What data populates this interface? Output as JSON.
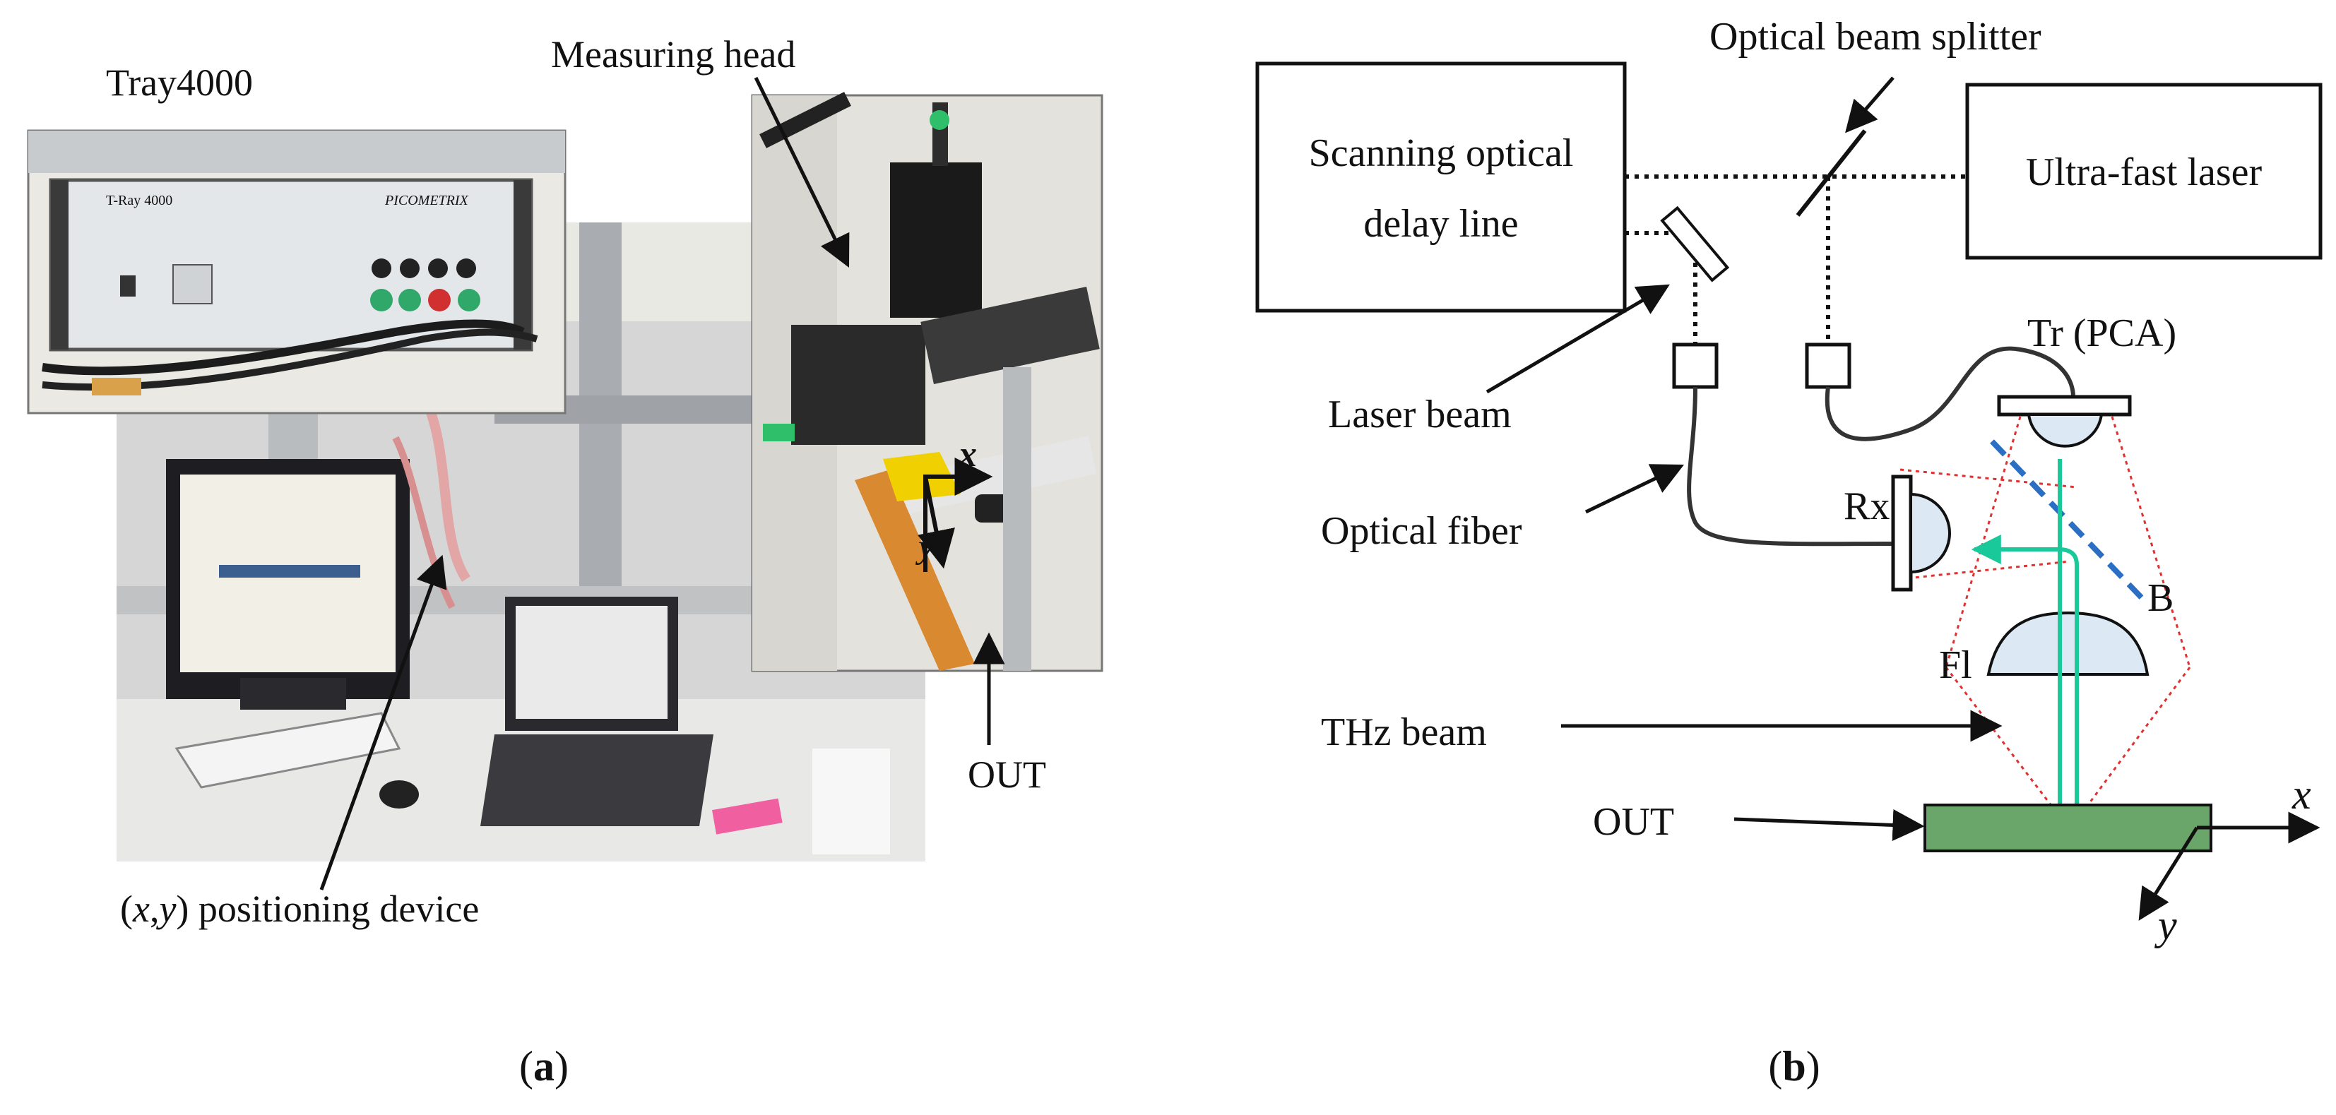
{
  "panel_a": {
    "label_tray": "Tray4000",
    "label_measuring_head": "Measuring head",
    "label_out": "OUT",
    "label_positioning_pre": "(",
    "label_positioning_x": "x",
    "label_positioning_comma": ",",
    "label_positioning_y": "y",
    "label_positioning_post": ") positioning device",
    "axis_x": "x",
    "axis_y": "y",
    "device_brand": "PICOMETRIX",
    "device_model": "T-Ray 4000",
    "caption_letter": "a"
  },
  "panel_b": {
    "scanning_line1": "Scanning optical",
    "scanning_line2": "delay line",
    "ultrafast_laser": "Ultra-fast laser",
    "beam_splitter": "Optical beam splitter",
    "laser_beam": "Laser beam",
    "optical_fiber": "Optical fiber",
    "thz_beam": "THz beam",
    "out": "OUT",
    "tr_pca": "Tr (PCA)",
    "rx": "Rx",
    "b": "B",
    "fl": "Fl",
    "axis_x": "x",
    "axis_y": "y",
    "caption_letter": "b"
  },
  "colors": {
    "out_sample": "#6aa56a",
    "thz_beam": "#19c99a",
    "divergence": "#e03030",
    "splitter_b": "#2a6fc4",
    "photo_bg": "#d6d6d6"
  }
}
